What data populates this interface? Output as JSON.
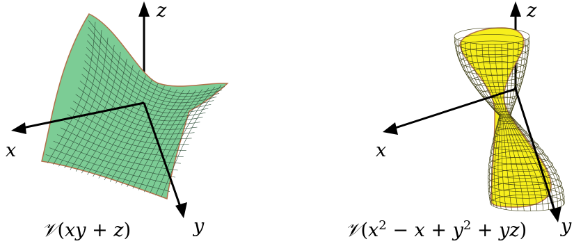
{
  "figures": [
    {
      "caption_prefix": "𝒱",
      "caption_parts": [
        {
          "t": "(",
          "i": false
        },
        {
          "t": "xy",
          "i": true
        },
        {
          "t": " + ",
          "i": false
        },
        {
          "t": "z",
          "i": true
        },
        {
          "t": ")",
          "i": false
        }
      ],
      "axis_x": "x",
      "axis_y": "y",
      "axis_z": "z",
      "surface_color": "#7ccc95",
      "surface_stroke": "#b0704a",
      "grid_color": "#2f4f3a"
    },
    {
      "caption_prefix": "𝒱",
      "caption_parts": [
        {
          "t": "(",
          "i": false
        },
        {
          "t": "x",
          "i": true
        },
        {
          "t": "2",
          "i": false,
          "sup": true
        },
        {
          "t": " − ",
          "i": false
        },
        {
          "t": "x",
          "i": true
        },
        {
          "t": " + ",
          "i": false
        },
        {
          "t": "y",
          "i": true
        },
        {
          "t": "2",
          "i": false,
          "sup": true
        },
        {
          "t": " + ",
          "i": false
        },
        {
          "t": "yz",
          "i": true
        },
        {
          "t": ")",
          "i": false
        }
      ],
      "axis_x": "x",
      "axis_y": "y",
      "axis_z": "z",
      "surface_color": "#f7ef1c",
      "surface_stroke": "#b0704a",
      "grid_color": "#3a3a10"
    }
  ]
}
